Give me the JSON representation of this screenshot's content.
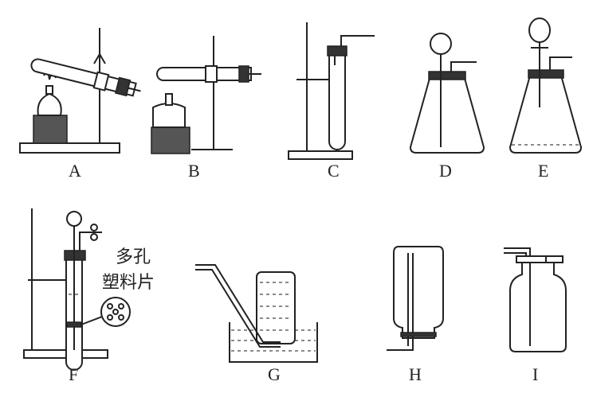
{
  "labels": {
    "A": "A",
    "B": "B",
    "C": "C",
    "D": "D",
    "E": "E",
    "F": "F",
    "G": "G",
    "H": "H",
    "I": "I"
  },
  "annotation": {
    "line1": "多孔",
    "line2": "塑料片"
  }
}
